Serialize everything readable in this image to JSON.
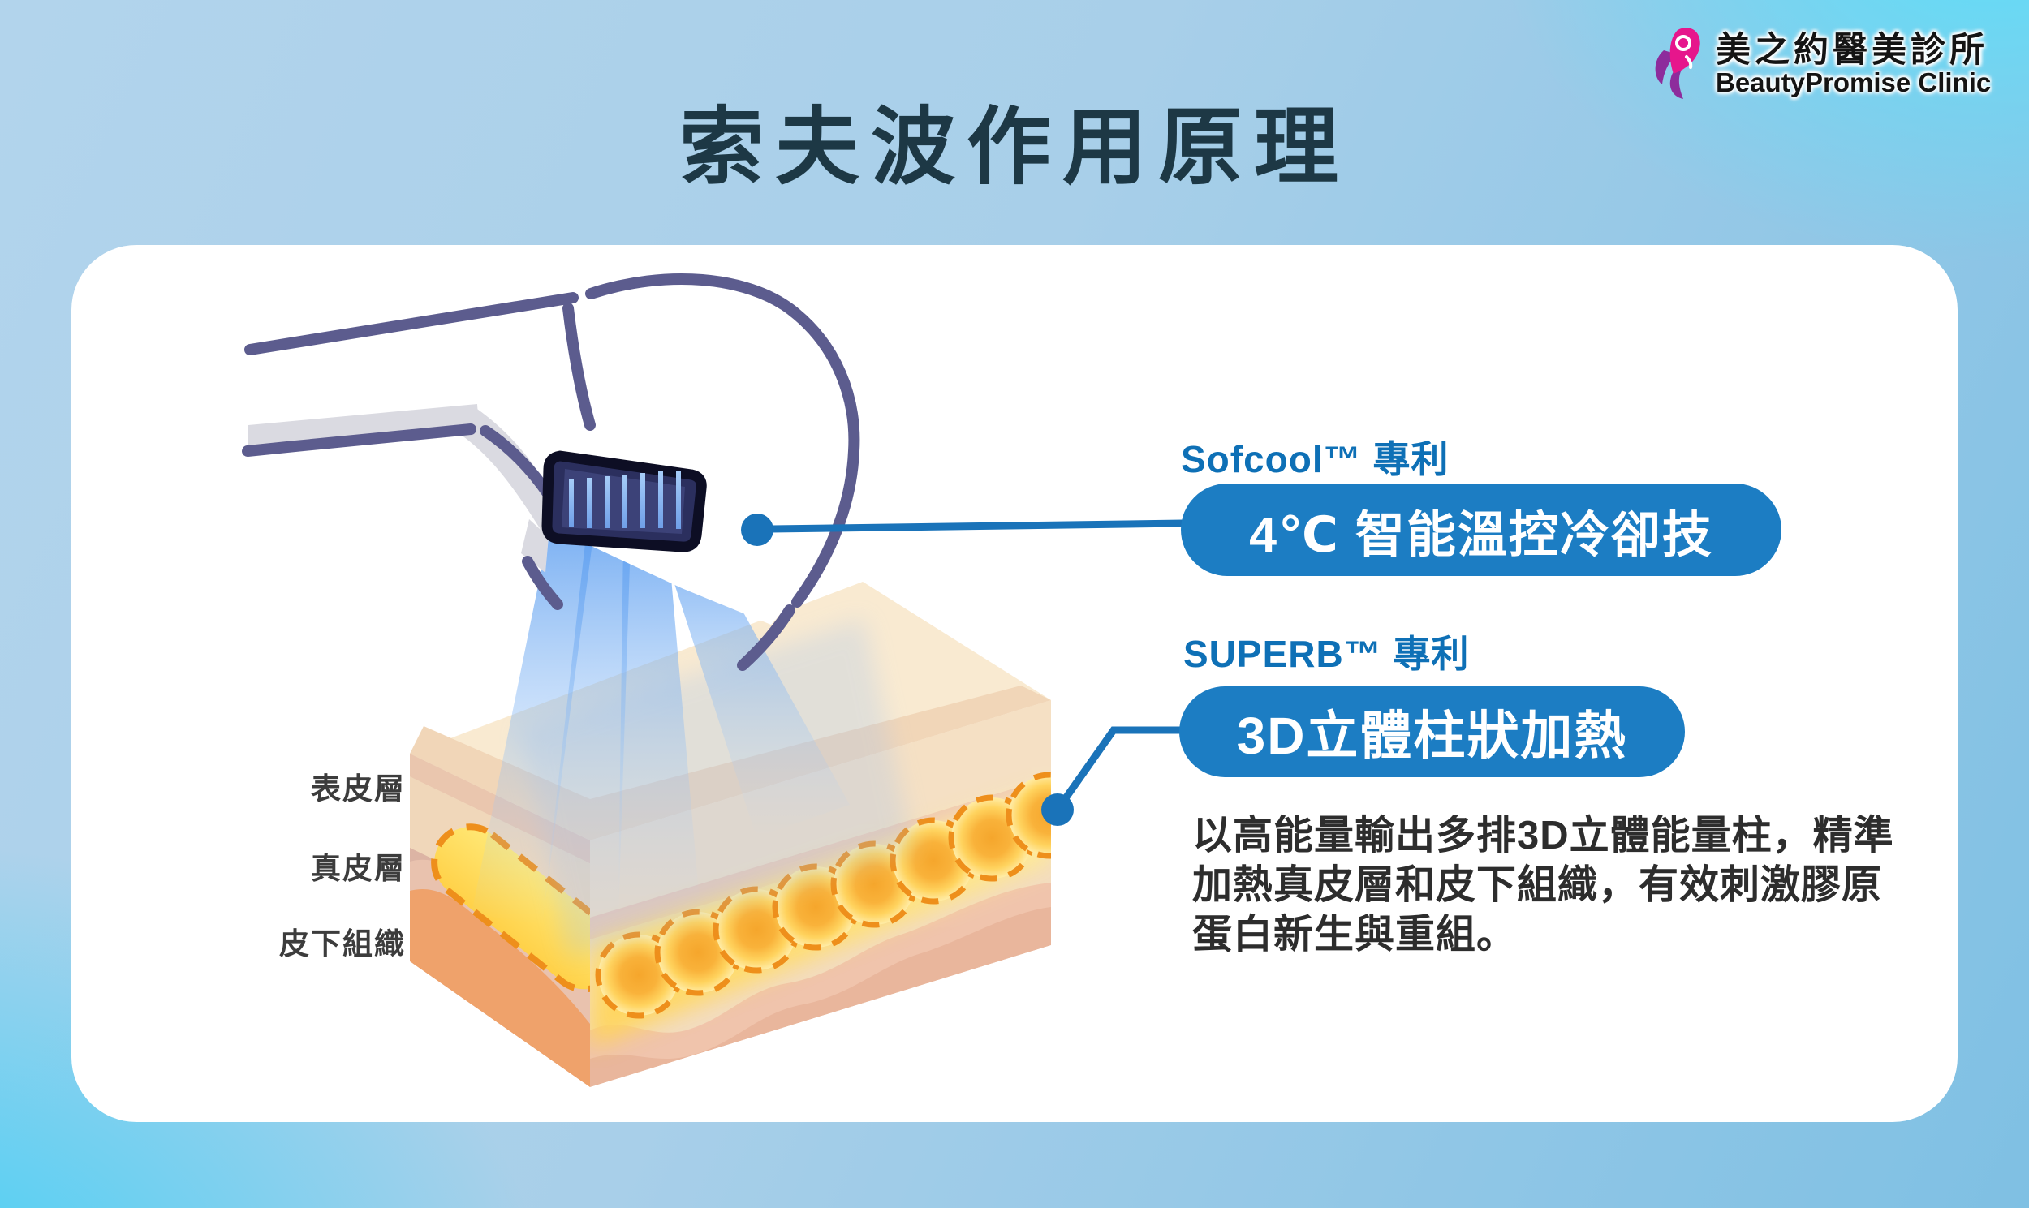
{
  "page": {
    "title": "索夫波作用原理"
  },
  "logo": {
    "icon": "clinic-flower-icon",
    "name_zh": "美之約醫美診所",
    "name_en": "BeautyPromise Clinic"
  },
  "diagram": {
    "skin_layers": [
      {
        "label": "表皮層"
      },
      {
        "label": "真皮層"
      },
      {
        "label": "皮下組織"
      }
    ],
    "device": {
      "icon": "ultrasound-handpiece-icon",
      "tip_icon": "transducer-tip-icon",
      "beam_icon": "cooling-beams-icon"
    }
  },
  "annotations": {
    "cooling": {
      "patent": "Sofcool™ 專利",
      "pill": "4℃  智能溫控冷卻技"
    },
    "heating": {
      "patent": "SUPERB™ 專利",
      "pill": "3D立體柱狀加熱",
      "description": "以高能量輸出多排3D立體能量柱，精準\n加熱真皮層和皮下組織，有效刺激膠原\n蛋白新生與重組。"
    }
  },
  "colors": {
    "title_navy": "#1d3845",
    "label_blue": "#0e70b6",
    "pill_blue": "#1c7dc3",
    "connector_blue": "#1a73b9",
    "heat_orange": "#ee8f1b",
    "beam_blue": "#5e9ff0",
    "bg_cyan": "#3bcff6"
  }
}
